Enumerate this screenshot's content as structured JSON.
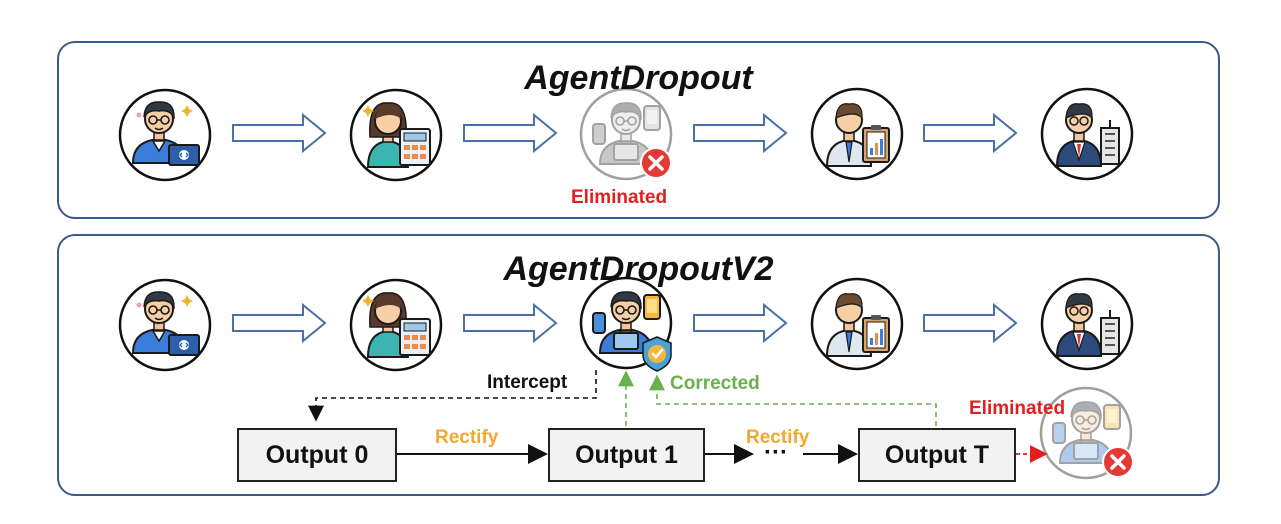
{
  "panels": {
    "top_title": "AgentDropout",
    "bottom_title": "AgentDropoutV2"
  },
  "labels": {
    "eliminated_top": "Eliminated",
    "intercept": "Intercept",
    "corrected": "Corrected",
    "eliminated_bottom": "Eliminated",
    "rectify_1": "Rectify",
    "rectify_2": "Rectify",
    "ellipsis": "···"
  },
  "boxes": {
    "output_0": "Output 0",
    "output_1": "Output 1",
    "output_t": "Output T"
  },
  "colors": {
    "panel_border": "#3a5a8c",
    "eliminated": "#e02020",
    "rectify": "#f0a830",
    "corrected": "#6ab04c",
    "arrow_outline": "#4a6fa5"
  },
  "agents_top": [
    "developer-icon",
    "analyst-icon",
    "device-agent-eliminated-icon",
    "reviewer-icon",
    "executive-icon"
  ],
  "agents_bottom": [
    "developer-icon",
    "analyst-icon",
    "device-agent-corrected-icon",
    "reviewer-icon",
    "executive-icon"
  ]
}
